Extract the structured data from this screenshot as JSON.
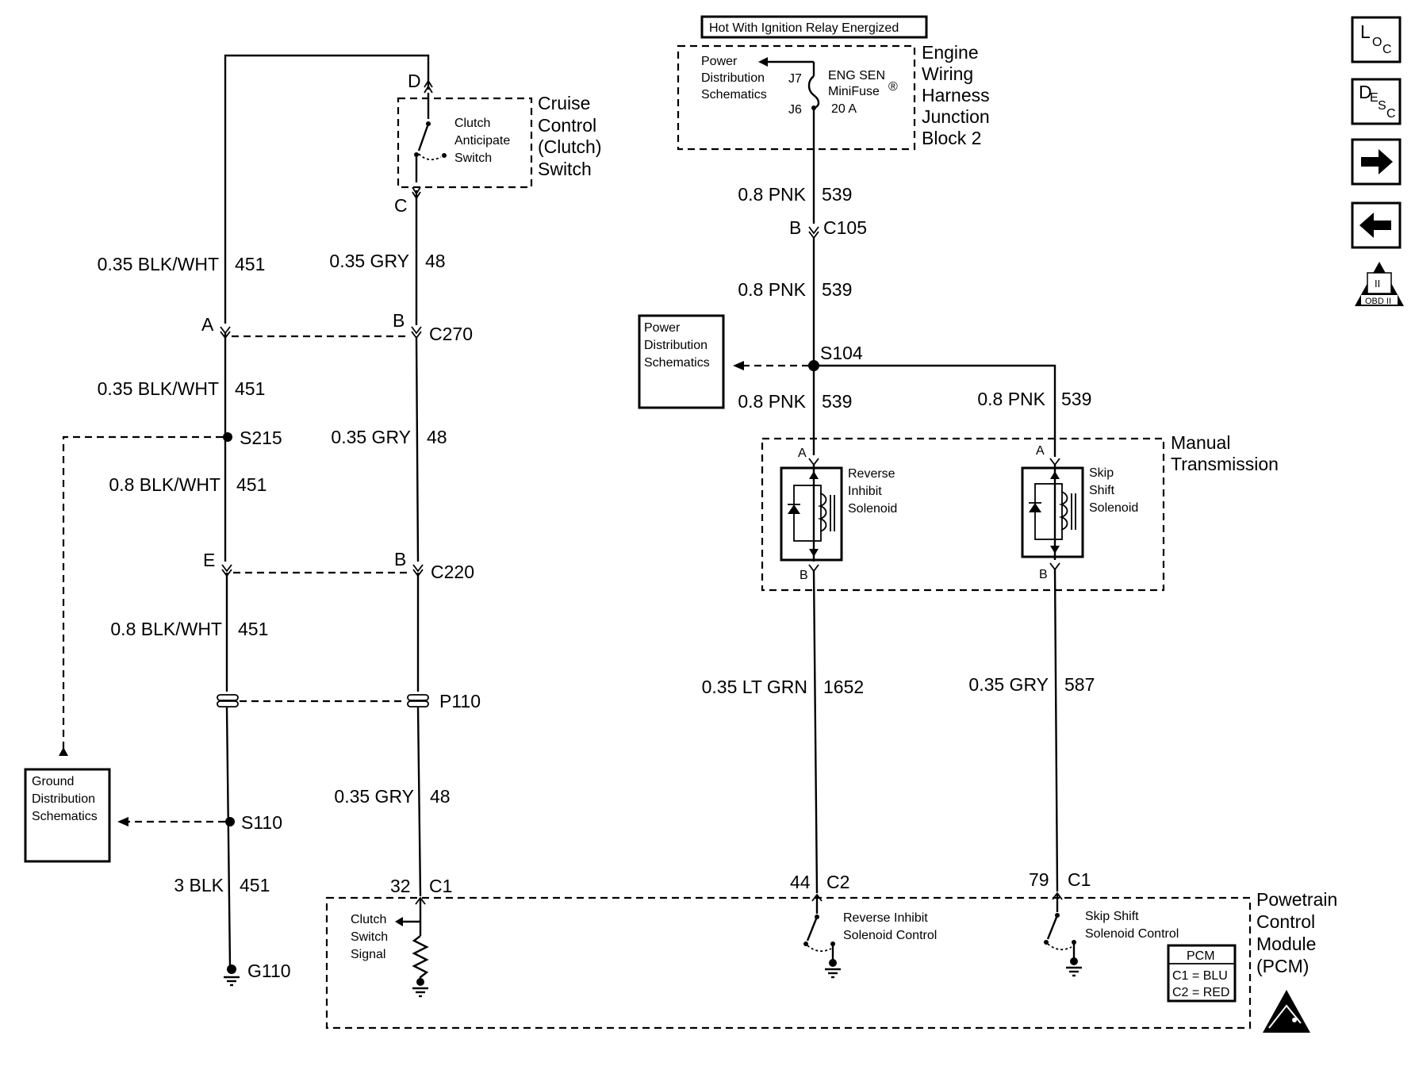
{
  "banner": {
    "hot_with": "Hot With Ignition Relay Energized"
  },
  "engine_block": {
    "label_lines": [
      "Engine",
      "Wiring",
      "Harness",
      "Junction",
      "Block 2"
    ],
    "power_dist_lines": [
      "Power",
      "Distribution",
      "Schematics"
    ],
    "pins": [
      "J7",
      "J6"
    ],
    "fuse_lines": [
      "ENG SEN",
      "MiniFuse",
      "20 A"
    ],
    "fuse_mark": "®"
  },
  "cruise_switch": {
    "label_lines": [
      "Cruise",
      "Control",
      "(Clutch)",
      "Switch"
    ],
    "inner_lines": [
      "Clutch",
      "Anticipate",
      "Switch"
    ],
    "pin_top": "D",
    "pin_bottom": "C"
  },
  "wires": {
    "w451_a_size": "0.35 BLK/WHT",
    "w451_a_circ": "451",
    "w451_b_size": "0.35 BLK/WHT",
    "w451_b_circ": "451",
    "w451_c_size": "0.8 BLK/WHT",
    "w451_c_circ": "451",
    "w451_d_size": "0.8 BLK/WHT",
    "w451_d_circ": "451",
    "w451_e_size": "3 BLK",
    "w451_e_circ": "451",
    "w48_a_size": "0.35 GRY",
    "w48_a_circ": "48",
    "w48_b_size": "0.35 GRY",
    "w48_b_circ": "48",
    "w48_c_size": "0.35 GRY",
    "w48_c_circ": "48",
    "w539_a_size": "0.8 PNK",
    "w539_a_circ": "539",
    "w539_b_size": "0.8 PNK",
    "w539_b_circ": "539",
    "w539_c_size": "0.8 PNK",
    "w539_c_circ": "539",
    "w539_d_size": "0.8 PNK",
    "w539_d_circ": "539",
    "w1652_size": "0.35 LT GRN",
    "w1652_circ": "1652",
    "w587_size": "0.35 GRY",
    "w587_circ": "587"
  },
  "connectors": {
    "c270": "C270",
    "c270_pin_left": "A",
    "c270_pin_right": "B",
    "c220": "C220",
    "c220_pin_left": "E",
    "c220_pin_right": "B",
    "c105": "C105",
    "c105_pin": "B",
    "p110": "P110",
    "s215": "S215",
    "s110": "S110",
    "s104": "S104",
    "g110": "G110",
    "pcm_c1_left": "C1",
    "pcm_c1_left_pin": "32",
    "pcm_c2": "C2",
    "pcm_c2_pin": "44",
    "pcm_c1_right": "C1",
    "pcm_c1_right_pin": "79"
  },
  "power_dist_box": {
    "lines": [
      "Power",
      "Distribution",
      "Schematics"
    ]
  },
  "ground_dist_box": {
    "lines": [
      "Ground",
      "Distribution",
      "Schematics"
    ]
  },
  "manual_trans": {
    "label_lines": [
      "Manual",
      "Transmission"
    ],
    "reverse_lines": [
      "Reverse",
      "Inhibit",
      "Solenoid"
    ],
    "skip_lines": [
      "Skip",
      "Shift",
      "Solenoid"
    ],
    "pin_a": "A",
    "pin_b": "B"
  },
  "pcm": {
    "label_lines": [
      "Powetrain",
      "Control",
      "Module",
      "(PCM)"
    ],
    "clutch_signal_lines": [
      "Clutch",
      "Switch",
      "Signal"
    ],
    "reverse_ctrl_lines": [
      "Reverse Inhibit",
      "Solenoid Control"
    ],
    "skip_ctrl_lines": [
      "Skip Shift",
      "Solenoid Control"
    ],
    "legend_title": "PCM",
    "legend_c1": "C1 = BLU",
    "legend_c2": "C2 = RED"
  },
  "nav": {
    "loc_main": "L",
    "loc_sub": "O",
    "loc_sub2": "C",
    "desc_main": "D",
    "desc_sub": "E",
    "desc_sub2": "S",
    "desc_sub3": "C",
    "obd_label": "OBD II",
    "obd_mark": "II"
  }
}
